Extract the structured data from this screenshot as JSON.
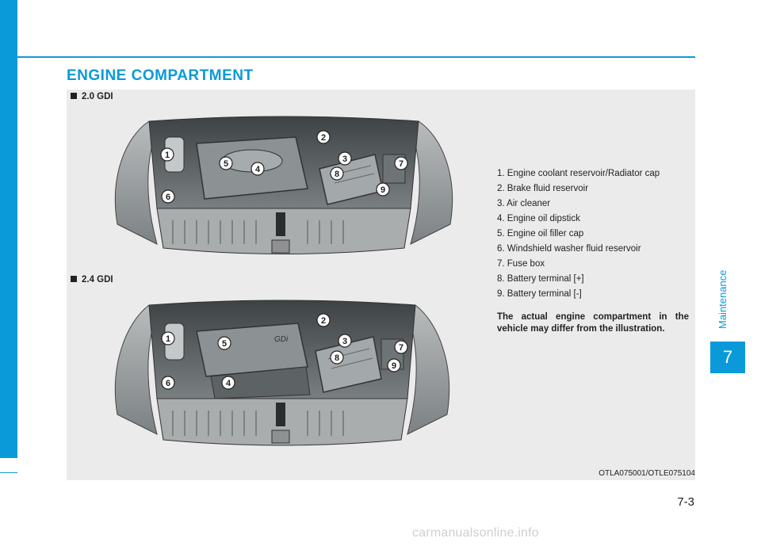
{
  "header": {
    "title": "ENGINE COMPARTMENT"
  },
  "figures": [
    {
      "label": "2.0 GDI",
      "callouts": [
        "1",
        "2",
        "3",
        "4",
        "5",
        "6",
        "7",
        "8",
        "9"
      ]
    },
    {
      "label": "2.4 GDI",
      "callouts": [
        "1",
        "2",
        "3",
        "4",
        "5",
        "6",
        "7",
        "8",
        "9"
      ]
    }
  ],
  "legend": {
    "items": [
      "1. Engine coolant reservoir/Radiator cap",
      "2. Brake fluid reservoir",
      "3. Air cleaner",
      "4. Engine oil dipstick",
      "5. Engine oil filler cap",
      "6. Windshield washer fluid reservoir",
      "7. Fuse box",
      "8. Battery terminal [+]",
      "9. Battery terminal [-]"
    ],
    "note": "The actual engine compartment in the vehicle may differ from the illustration."
  },
  "figure_code": "OTLA075001/OTLE075104",
  "side_tab": {
    "section": "Maintenance",
    "chapter": "7"
  },
  "page_number": "7-3",
  "watermark": "carmanualsonline.info",
  "colors": {
    "accent": "#0a9ad9",
    "panel": "#ebebeb"
  }
}
